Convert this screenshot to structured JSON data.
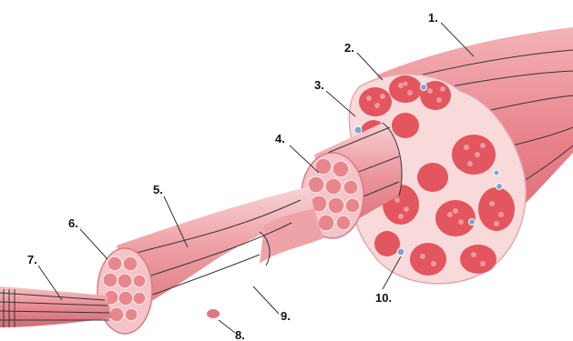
{
  "diagram": {
    "labels": [
      {
        "id": "1",
        "text": "1."
      },
      {
        "id": "2",
        "text": "2."
      },
      {
        "id": "3",
        "text": "3."
      },
      {
        "id": "4",
        "text": "4."
      },
      {
        "id": "5",
        "text": "5."
      },
      {
        "id": "6",
        "text": "6."
      },
      {
        "id": "7",
        "text": "7."
      },
      {
        "id": "8",
        "text": "8."
      },
      {
        "id": "9",
        "text": "9."
      },
      {
        "id": "10",
        "text": "10."
      }
    ]
  },
  "colors": {
    "muscle": "#e9828b",
    "muscle_light": "#f6c6ca",
    "muscle_dark": "#c95c66",
    "bundle": "#e3555f",
    "sheath": "#f8dada",
    "nucleus": "#7ea6cc"
  }
}
